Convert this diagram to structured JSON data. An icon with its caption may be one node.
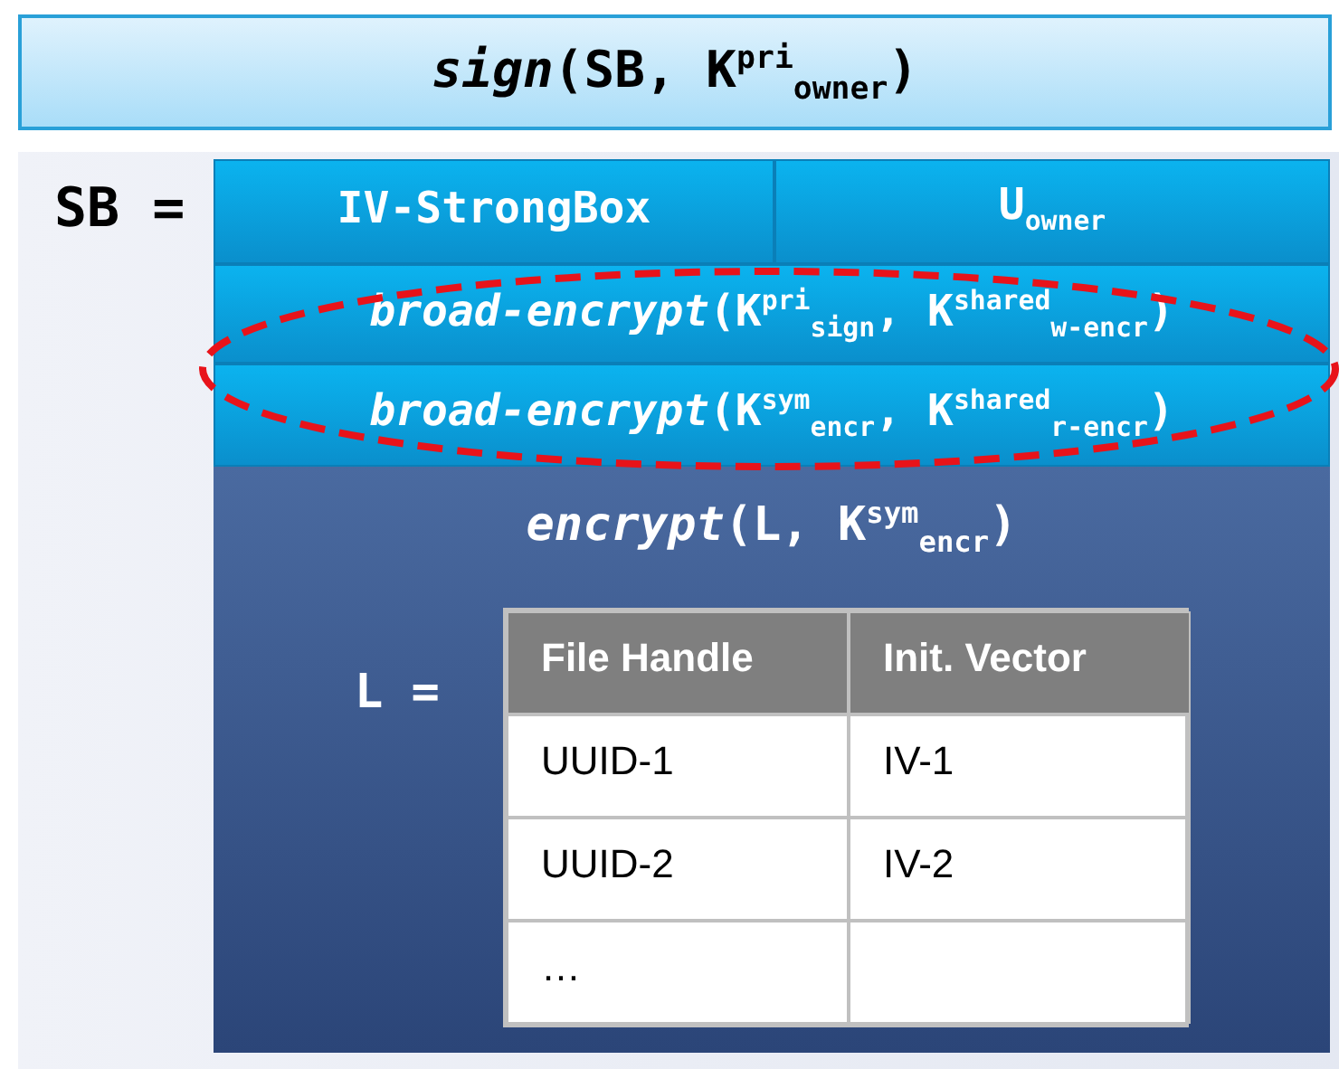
{
  "diagram": {
    "nodes": [
      {
        "text": [
          "*sign*(SB, K$^{pri}$$_{owner}$)"
        ]
      },
      {
        "text": [
          "SB ="
        ]
      },
      {
        "text": [
          "IV-StrongBox"
        ],
        "in": 1
      },
      {
        "text": [
          "U$_{owner}$"
        ],
        "in": 1
      },
      {
        "text": [
          "*broad-encrypt*(K$^{pri}$$_{sign}$, K$^{shared}$$_{w-encr}$)"
        ],
        "in": 1
      },
      {
        "text": [
          "*broad-encrypt*(K$^{sym}$$_{encr}$, K$^{shared}$$_{r-encr}$)"
        ],
        "in": 1
      },
      {
        "text": [
          "*encrypt*(L, K$^{sym}$$_{encr}$)",
          "L ="
        ],
        "in": 1
      }
    ],
    "labels": [
      "File Handle",
      "Init. Vector",
      "UUID-1",
      "IV-1",
      "UUID-2",
      "IV-2",
      "…"
    ]
  }
}
